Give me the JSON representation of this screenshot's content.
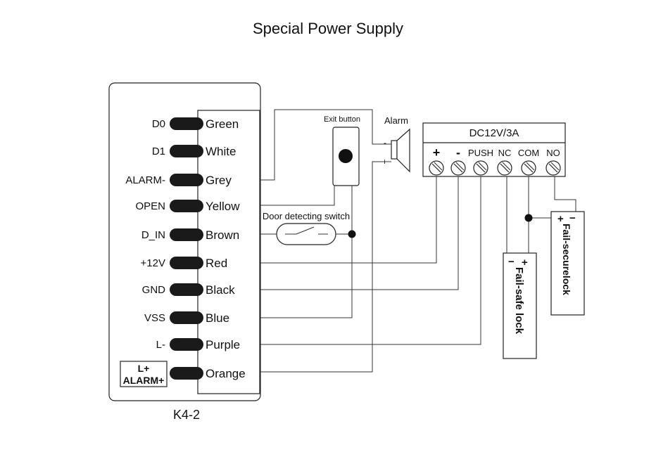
{
  "title": "Special Power Supply",
  "controller": {
    "label": "K4-2",
    "pins": [
      {
        "terminal": "D0",
        "wire": "Green"
      },
      {
        "terminal": "D1",
        "wire": "White"
      },
      {
        "terminal": "ALARM-",
        "wire": "Grey"
      },
      {
        "terminal": "OPEN",
        "wire": "Yellow"
      },
      {
        "terminal": "D_IN",
        "wire": "Brown"
      },
      {
        "terminal": "+12V",
        "wire": "Red"
      },
      {
        "terminal": "GND",
        "wire": "Black"
      },
      {
        "terminal": "VSS",
        "wire": "Blue"
      },
      {
        "terminal": "L-",
        "wire": "Purple"
      },
      {
        "terminal": "L+\nALARM+",
        "wire": "Orange"
      }
    ],
    "boxed_terminal_line1": "L+",
    "boxed_terminal_line2": "ALARM+"
  },
  "exit_button": {
    "label": "Exit button"
  },
  "alarm": {
    "label": "Alarm",
    "minus": "-",
    "plus": "+"
  },
  "door_switch": {
    "label": "Door detecting switch"
  },
  "power_supply": {
    "title": "DC12V/3A",
    "terminals": [
      "+",
      "-",
      "PUSH",
      "NC",
      "COM",
      "NO"
    ]
  },
  "fail_safe_lock": {
    "label": "Fail-safe lock",
    "minus": "−",
    "plus": "+"
  },
  "fail_secure_lock": {
    "label": "Fail-securelock",
    "plus": "+",
    "minus": "−"
  }
}
